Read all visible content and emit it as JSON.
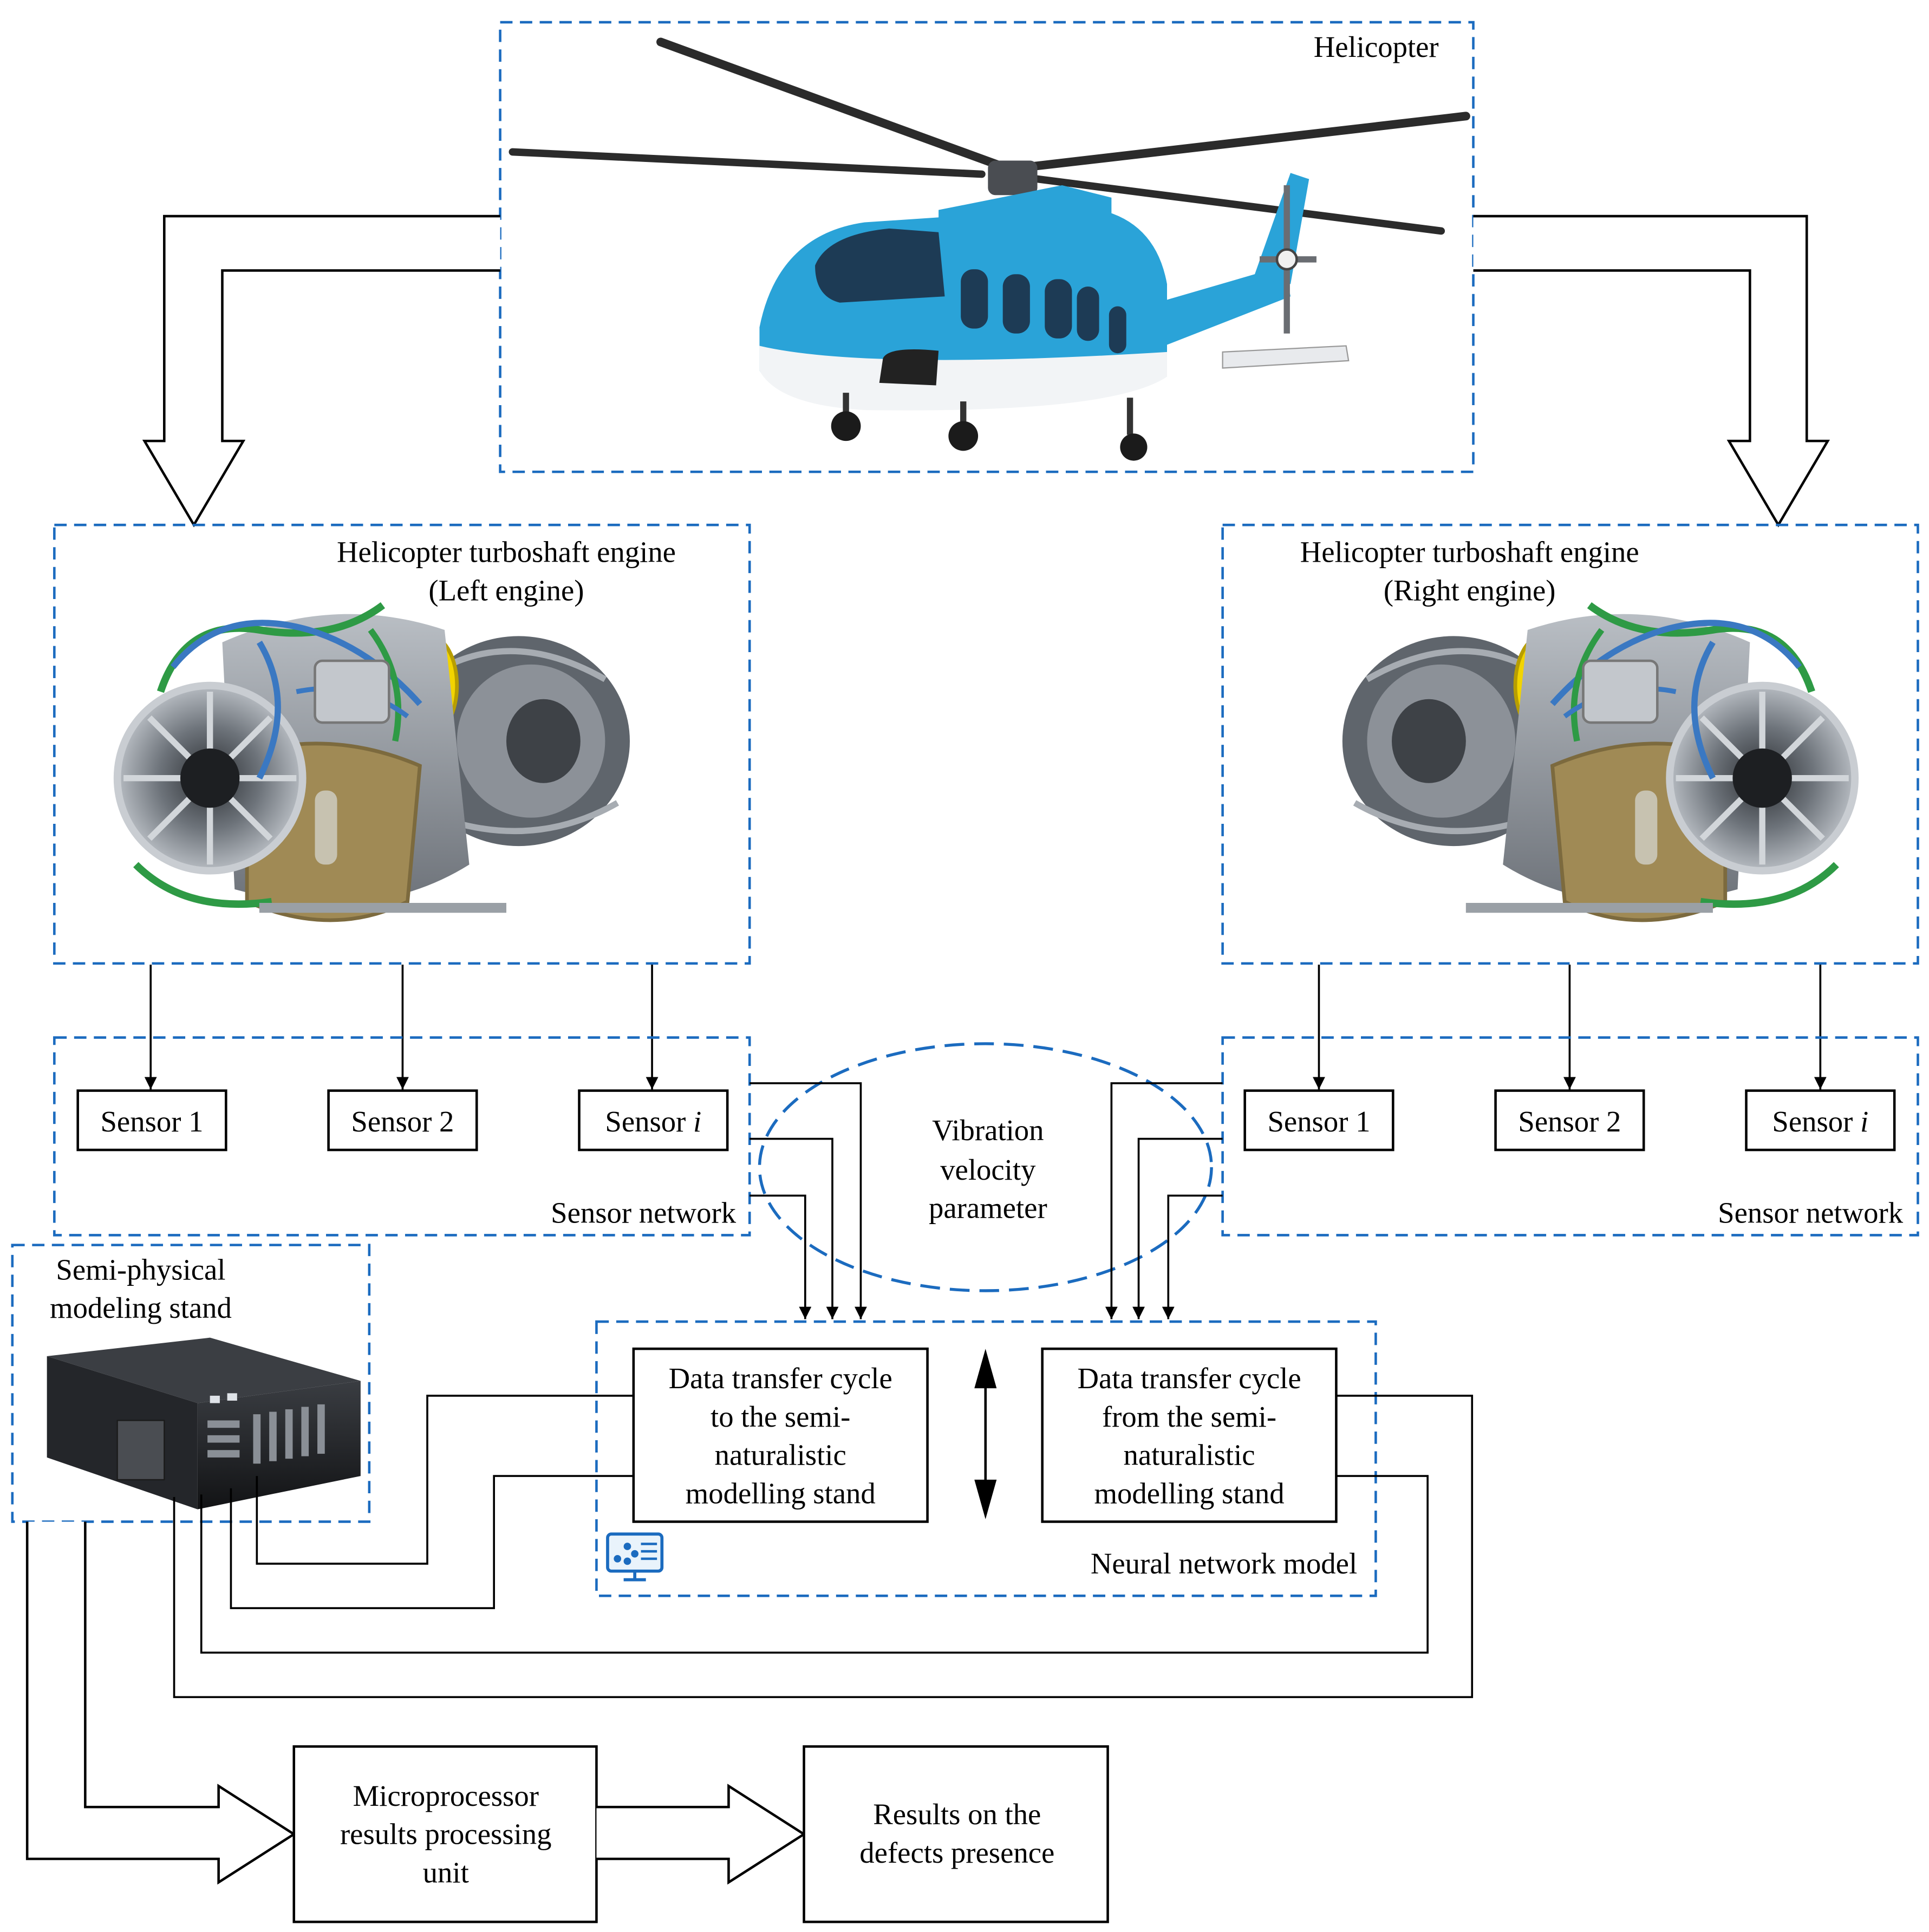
{
  "colors": {
    "dashed_frame": "#1b6bbf",
    "line": "#000000",
    "heli_body": "#2aa3d8",
    "heli_belly": "#f2f4f6",
    "engine_steel": "#8e939a",
    "engine_gold": "#a08a55",
    "engine_green": "#2e9a45",
    "engine_blue": "#3a78c2",
    "engine_yellow": "#f2d400"
  },
  "helicopter": {
    "label": "Helicopter"
  },
  "left_engine": {
    "title": "Helicopter turboshaft engine",
    "subtitle": "(Left engine)"
  },
  "right_engine": {
    "title": "Helicopter turboshaft engine",
    "subtitle": "(Right engine)"
  },
  "left_sensors": {
    "items": [
      {
        "label": "Sensor 1"
      },
      {
        "label": "Sensor 2"
      },
      {
        "label": "Sensor ",
        "italic": "i"
      }
    ],
    "network_label": "Sensor network"
  },
  "right_sensors": {
    "items": [
      {
        "label": "Sensor 1"
      },
      {
        "label": "Sensor 2"
      },
      {
        "label": "Sensor ",
        "italic": "i"
      }
    ],
    "network_label": "Sensor network"
  },
  "vibration": {
    "lines": [
      "Vibration",
      "velocity",
      "parameter"
    ]
  },
  "stand": {
    "lines": [
      "Semi-physical",
      "modeling stand"
    ]
  },
  "neural_network": {
    "label": "Neural network model",
    "to_stand": [
      "Data transfer cycle",
      "to the semi-",
      "naturalistic",
      "modelling stand"
    ],
    "from_stand": [
      "Data transfer cycle",
      "from the semi-",
      "naturalistic",
      "modelling stand"
    ]
  },
  "microprocessor": {
    "lines": [
      "Microprocessor",
      "results processing",
      "unit"
    ]
  },
  "results": {
    "lines": [
      "Results on the",
      "defects presence"
    ]
  }
}
